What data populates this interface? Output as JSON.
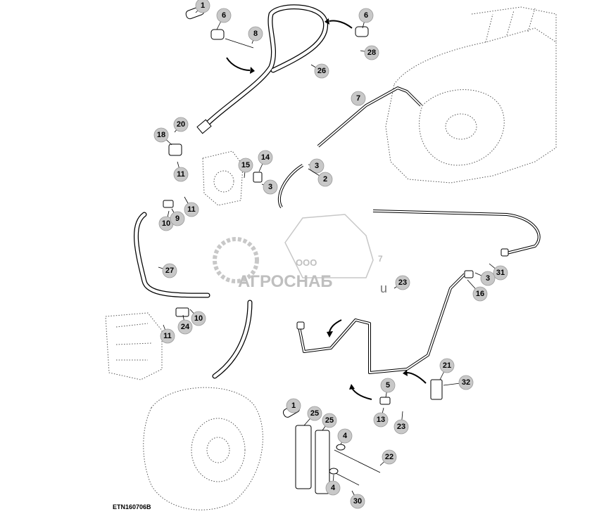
{
  "diagram": {
    "figure_code": "ETN160706B",
    "watermark": {
      "small": "ООО",
      "large": "АГРОСНАБ",
      "stray_a": "7",
      "stray_b": "u"
    },
    "callouts": [
      {
        "label": "1"
      },
      {
        "label": "6"
      },
      {
        "label": "8"
      },
      {
        "label": "6"
      },
      {
        "label": "28"
      },
      {
        "label": "26"
      },
      {
        "label": "20"
      },
      {
        "label": "18"
      },
      {
        "label": "11"
      },
      {
        "label": "15"
      },
      {
        "label": "14"
      },
      {
        "label": "3"
      },
      {
        "label": "7"
      },
      {
        "label": "3"
      },
      {
        "label": "2"
      },
      {
        "label": "10"
      },
      {
        "label": "9"
      },
      {
        "label": "11"
      },
      {
        "label": "27"
      },
      {
        "label": "31"
      },
      {
        "label": "3"
      },
      {
        "label": "16"
      },
      {
        "label": "23"
      },
      {
        "label": "24"
      },
      {
        "label": "10"
      },
      {
        "label": "11"
      },
      {
        "label": "21"
      },
      {
        "label": "32"
      },
      {
        "label": "5"
      },
      {
        "label": "13"
      },
      {
        "label": "23"
      },
      {
        "label": "1"
      },
      {
        "label": "25"
      },
      {
        "label": "25"
      },
      {
        "label": "4"
      },
      {
        "label": "22"
      },
      {
        "label": "4"
      },
      {
        "label": "30"
      }
    ]
  }
}
